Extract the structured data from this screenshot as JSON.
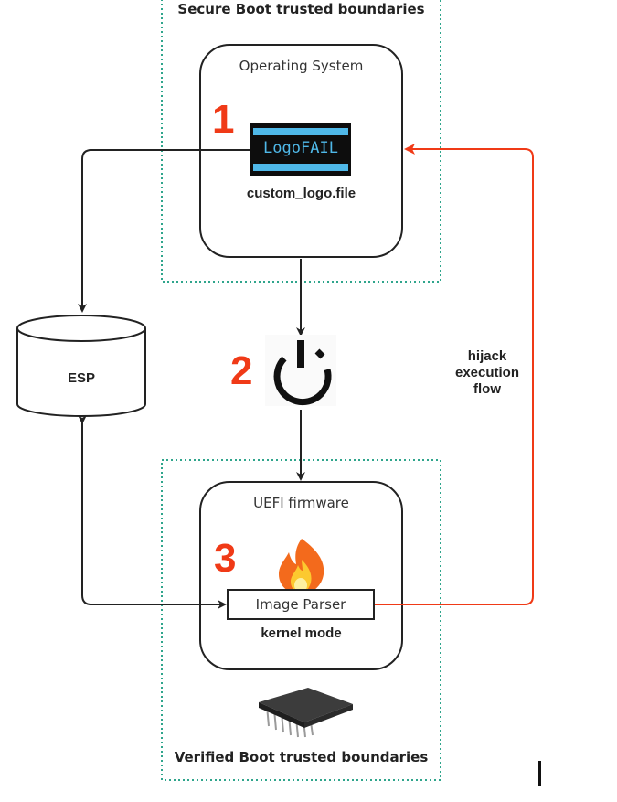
{
  "secure_boot_boundary": {
    "label": "Secure Boot trusted boundaries"
  },
  "verified_boot_boundary": {
    "label": "Verified Boot trusted boundaries"
  },
  "os_box": {
    "title": "Operating System",
    "step_number": "1",
    "logo_text": "LogoFAIL",
    "file_label": "custom_logo.file"
  },
  "esp": {
    "label": "ESP"
  },
  "power": {
    "step_number": "2",
    "icon": "power-icon"
  },
  "uefi_box": {
    "title": "UEFI firmware",
    "step_number": "3",
    "flame_icon": "fire-icon",
    "parser_label": "Image Parser",
    "mode_label": "kernel mode"
  },
  "chip": {
    "icon": "chip-icon"
  },
  "hijack": {
    "line1": "hijack",
    "line2": "execution",
    "line3": "flow"
  },
  "colors": {
    "boundary": "#2fa58c",
    "exploit": "#f03a17",
    "stroke": "#222222",
    "logo_accent": "#4fb8e8"
  }
}
